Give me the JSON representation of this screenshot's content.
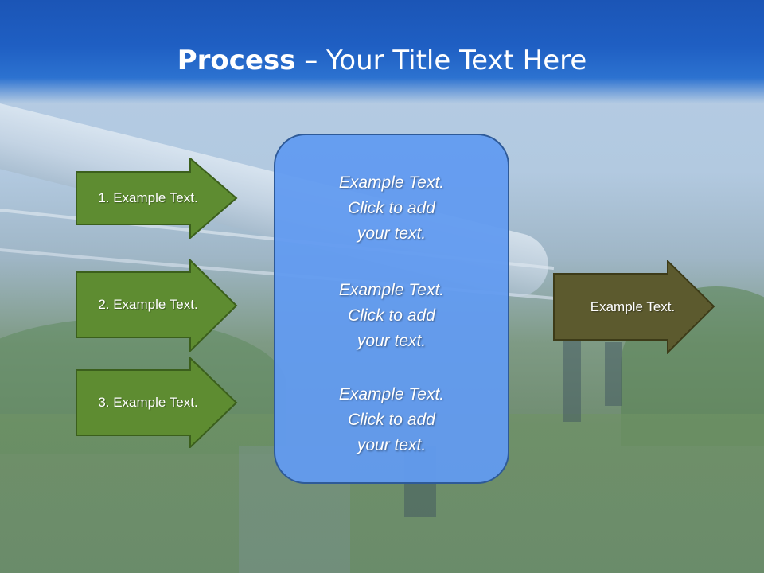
{
  "title": {
    "bold": "Process",
    "rest": " – Your Title Text Here"
  },
  "left_arrows": [
    {
      "label": "1. Example Text."
    },
    {
      "label": "2. Example Text."
    },
    {
      "label": "3. Example Text."
    }
  ],
  "center_box": {
    "blocks": [
      {
        "line1": "Example Text.",
        "line2": "Click  to add",
        "line3": "your text."
      },
      {
        "line1": "Example Text.",
        "line2": "Click  to add",
        "line3": "your text."
      },
      {
        "line1": "Example Text.",
        "line2": "Click  to add",
        "line3": "your text."
      }
    ]
  },
  "right_arrow": {
    "label": "Example Text."
  },
  "colors": {
    "title_band": "#1f5fc3",
    "left_arrow_fill": "#5e8c31",
    "left_arrow_border": "#3b5f1c",
    "right_arrow_fill": "#5c5a2e",
    "right_arrow_border": "#3d3b18",
    "center_box_fill": "#629bf0",
    "center_box_border": "#2e5a98"
  }
}
